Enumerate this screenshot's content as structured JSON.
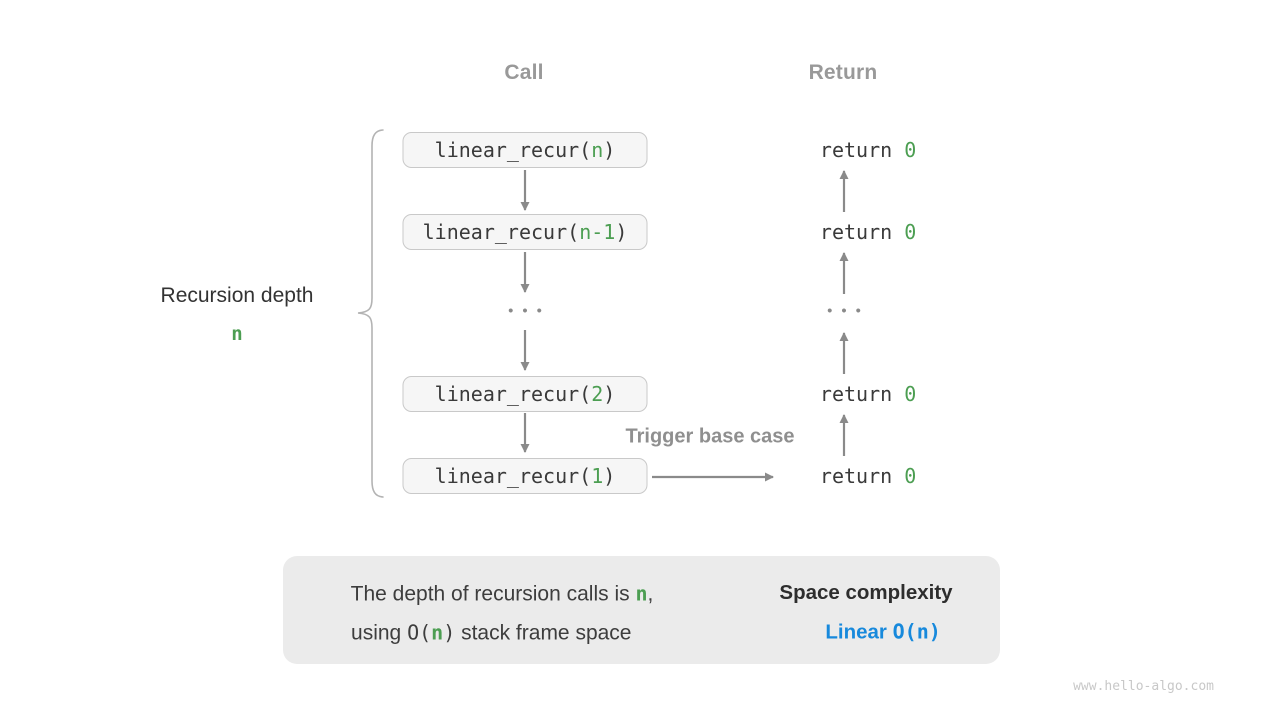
{
  "colors": {
    "green_accent": "#4c9e52",
    "blue_accent": "#1789dc",
    "gray_header": "#999999",
    "dark_text": "#3a3a3a",
    "arrow_gray": "#8a8a8a",
    "box_bg": "#f6f6f6",
    "box_border": "#c9c9c9",
    "panel_bg": "#ebebeb"
  },
  "headers": {
    "call": "Call",
    "ret": "Return"
  },
  "left_annotation": {
    "label": "Recursion depth",
    "value": "n"
  },
  "call_column": {
    "boxes": [
      {
        "pre": "linear_recur(",
        "arg": "n",
        "post": ")"
      },
      {
        "pre": "linear_recur(",
        "arg": "n-1",
        "post": ")"
      },
      {
        "pre": "linear_recur(",
        "arg": "2",
        "post": ")"
      },
      {
        "pre": "linear_recur(",
        "arg": "1",
        "post": ")"
      }
    ],
    "ellipsis": "•••"
  },
  "return_column": {
    "rows": [
      {
        "pre": "return ",
        "val": "0"
      },
      {
        "pre": "return ",
        "val": "0"
      },
      {
        "pre": "return ",
        "val": "0"
      },
      {
        "pre": "return ",
        "val": "0"
      }
    ],
    "ellipsis": "•••"
  },
  "trigger_label": "Trigger base case",
  "summary": {
    "line1_pre": "The depth of recursion calls is ",
    "line1_n": "n",
    "line1_post": ",",
    "line2_pre": "using ",
    "line2_open": "O(",
    "line2_n": "n",
    "line2_close": ")",
    "line2_post": " stack frame space",
    "right_title": "Space complexity",
    "right_word": "Linear ",
    "right_open": "O(",
    "right_n": "n",
    "right_close": ")"
  },
  "watermark": "www.hello-algo.com"
}
